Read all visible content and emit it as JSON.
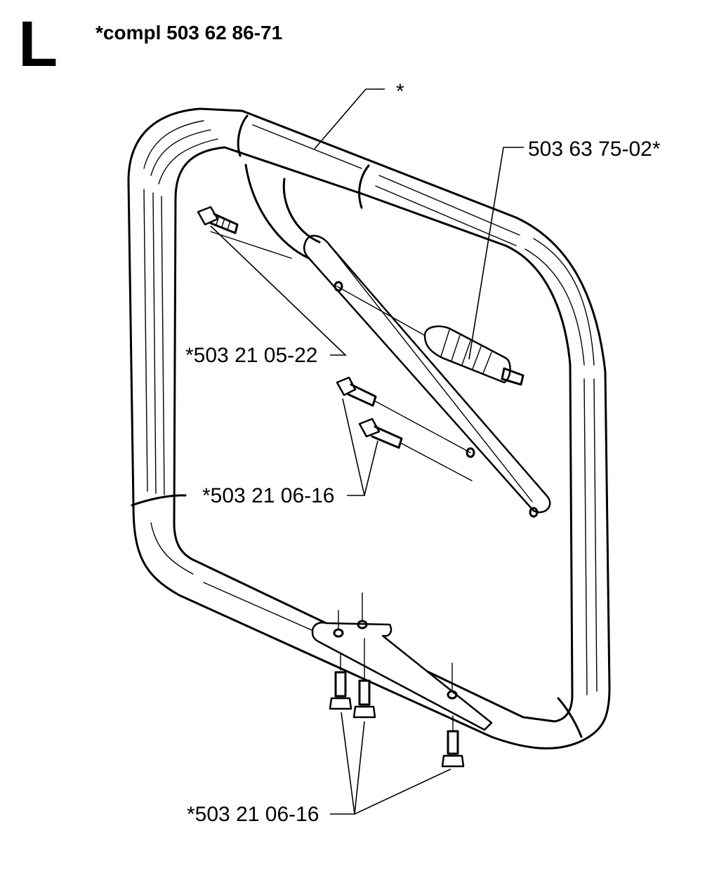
{
  "section_letter": "L",
  "assembly_title": "*compl 503 62 86-71",
  "labels": {
    "handle_star": "*",
    "isolator": "503 63 75-02*",
    "upper_screw": "*503 21 05-22",
    "middle_screws": "*503 21 06-16",
    "bottom_screws": "*503 21 06-16"
  }
}
